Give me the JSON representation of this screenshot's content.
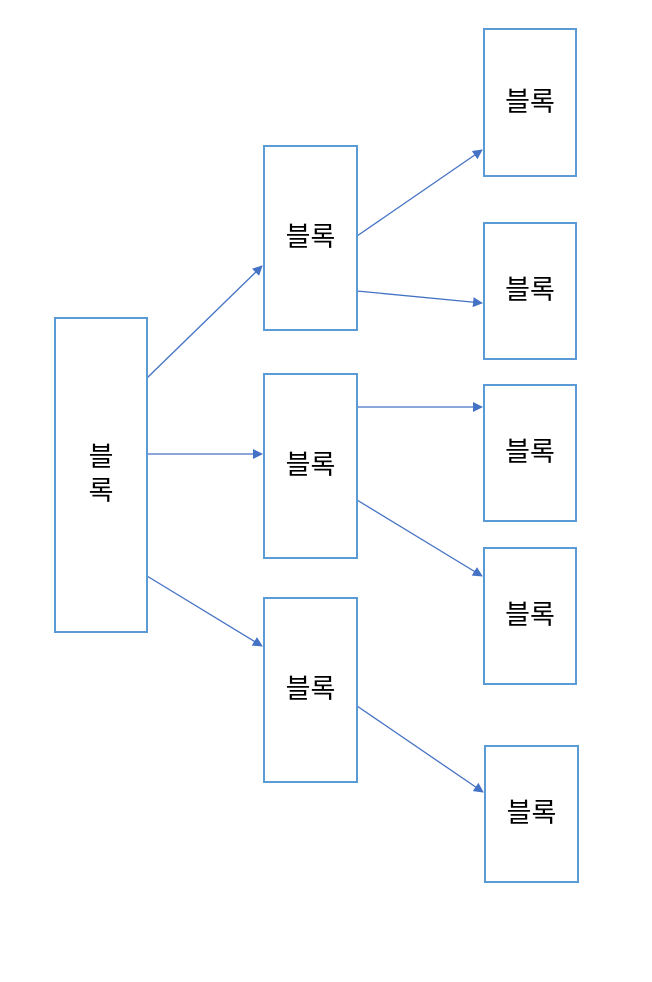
{
  "colors": {
    "box_border": "#5b9bd5",
    "arrow": "#4472c4",
    "background": "#ffffff",
    "text": "#000000"
  },
  "root": {
    "label": "블록"
  },
  "level2": [
    {
      "label": "블록"
    },
    {
      "label": "블록"
    },
    {
      "label": "블록"
    }
  ],
  "level3": [
    {
      "label": "블록"
    },
    {
      "label": "블록"
    },
    {
      "label": "블록"
    },
    {
      "label": "블록"
    },
    {
      "label": "블록"
    }
  ]
}
